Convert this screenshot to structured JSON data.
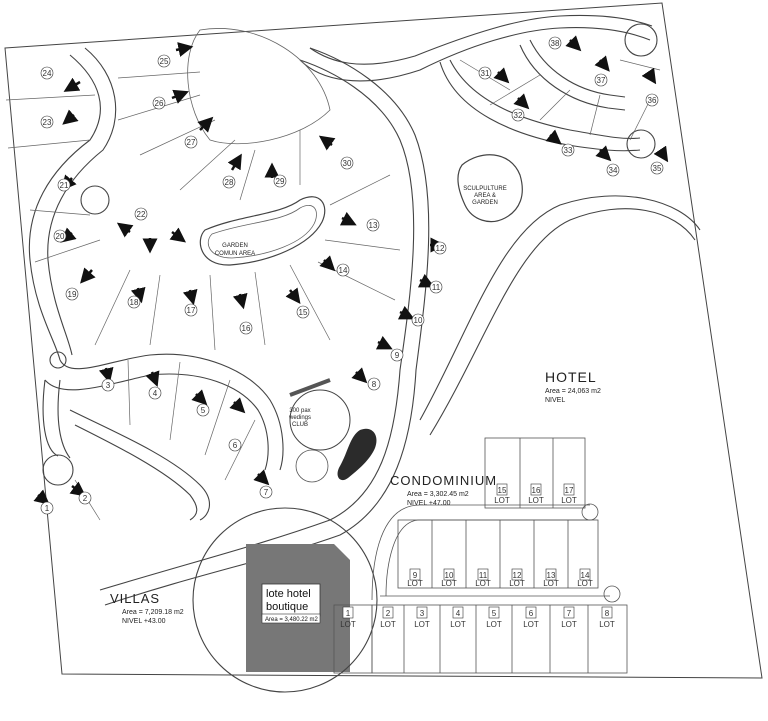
{
  "zones": {
    "hotel": {
      "title": "HOTEL",
      "area": "Area = 24,063 m2",
      "level": "NIVEL"
    },
    "condominium": {
      "title": "CONDOMINIUM",
      "area": "Area = 3,302.45 m2",
      "level": "NIVEL +47.00"
    },
    "villas": {
      "title": "VILLAS",
      "area": "Area = 7,209.18 m2",
      "level": "NIVEL +43.00"
    },
    "boutique": {
      "title_line1": "lote hotel",
      "title_line2": "boutique",
      "area": "Area = 3,480.22 m2"
    },
    "club": {
      "line1": "300 pax",
      "line2": "wedings",
      "line3": "CLUB"
    },
    "garden": {
      "line1": "GARDEN",
      "line2": "COMUN AREA"
    },
    "sculpture": {
      "line1": "SCULPULTURE",
      "line2": "AREA &",
      "line3": "GARDEN"
    }
  },
  "lots": {
    "villa_numbers": [
      "1",
      "2",
      "3",
      "4",
      "5",
      "6",
      "7",
      "8",
      "9",
      "10",
      "11",
      "12",
      "13",
      "14",
      "15",
      "16",
      "17",
      "18",
      "19",
      "20",
      "21",
      "22",
      "23",
      "24",
      "25",
      "26",
      "27",
      "28",
      "29",
      "30",
      "31",
      "32",
      "33",
      "34",
      "35",
      "36",
      "37",
      "38"
    ],
    "lot_word": "LOT",
    "front_lots": [
      "1",
      "2",
      "3",
      "4",
      "5",
      "6",
      "7",
      "8"
    ],
    "mid_lots": [
      "9",
      "10",
      "11",
      "12",
      "13",
      "14"
    ],
    "top_lots": [
      "15",
      "16",
      "17"
    ]
  },
  "colors": {
    "line": "#333333",
    "boutique_fill": "#777777",
    "pond_fill": "#2b2b2b",
    "background": "#ffffff"
  },
  "icons": [
    "north-arrow-icon"
  ]
}
